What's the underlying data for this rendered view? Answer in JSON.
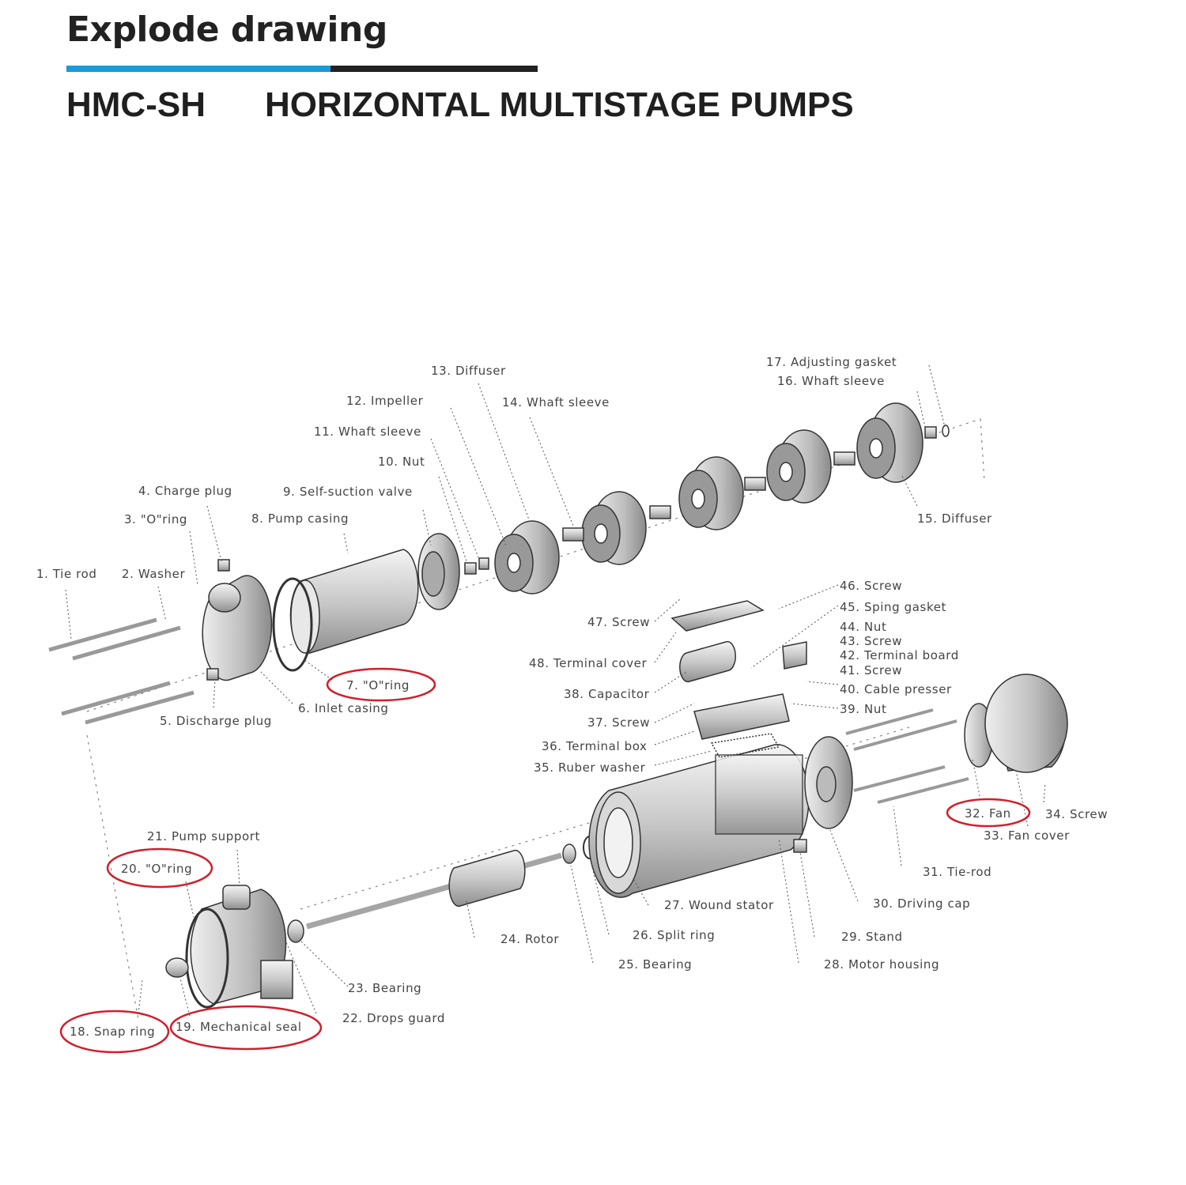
{
  "header": {
    "heading": "Explode drawing",
    "model": "HMC-SH",
    "series": "HORIZONTAL MULTISTAGE PUMPS",
    "accent_color": "#1a9ad6",
    "highlight_color": "#d11f2a"
  },
  "parts": [
    {
      "label": "1. Tie rod"
    },
    {
      "label": "2. Washer"
    },
    {
      "label": "3. \"O\"ring"
    },
    {
      "label": "4. Charge plug"
    },
    {
      "label": "5. Discharge plug"
    },
    {
      "label": "6. Inlet casing"
    },
    {
      "label": "7. \"O\"ring",
      "highlighted": true
    },
    {
      "label": "8. Pump casing"
    },
    {
      "label": "9. Self-suction valve"
    },
    {
      "label": "10. Nut"
    },
    {
      "label": "11. Whaft sleeve"
    },
    {
      "label": "12. Impeller"
    },
    {
      "label": "13. Diffuser"
    },
    {
      "label": "14. Whaft sleeve"
    },
    {
      "label": "15. Diffuser"
    },
    {
      "label": "16. Whaft sleeve"
    },
    {
      "label": "17. Adjusting gasket"
    },
    {
      "label": "18. Snap ring",
      "highlighted": true
    },
    {
      "label": "19. Mechanical seal",
      "highlighted": true
    },
    {
      "label": "20. \"O\"ring",
      "highlighted": true
    },
    {
      "label": "21. Pump support"
    },
    {
      "label": "22. Drops guard"
    },
    {
      "label": "23. Bearing"
    },
    {
      "label": "24. Rotor"
    },
    {
      "label": "25. Bearing"
    },
    {
      "label": "26. Split ring"
    },
    {
      "label": "27. Wound stator"
    },
    {
      "label": "28. Motor housing"
    },
    {
      "label": "29. Stand"
    },
    {
      "label": "30. Driving cap"
    },
    {
      "label": "31. Tie-rod"
    },
    {
      "label": "32. Fan",
      "highlighted": true
    },
    {
      "label": "33. Fan cover"
    },
    {
      "label": "34. Screw"
    },
    {
      "label": "35. Ruber washer"
    },
    {
      "label": "36. Terminal box"
    },
    {
      "label": "37. Screw"
    },
    {
      "label": "38. Capacitor"
    },
    {
      "label": "39. Nut"
    },
    {
      "label": "40. Cable presser"
    },
    {
      "label": "41. Screw"
    },
    {
      "label": "42. Terminal board"
    },
    {
      "label": "43. Screw"
    },
    {
      "label": "44. Nut"
    },
    {
      "label": "45. Sping gasket"
    },
    {
      "label": "46. Screw"
    },
    {
      "label": "47. Screw"
    },
    {
      "label": "48. Terminal cover"
    }
  ]
}
